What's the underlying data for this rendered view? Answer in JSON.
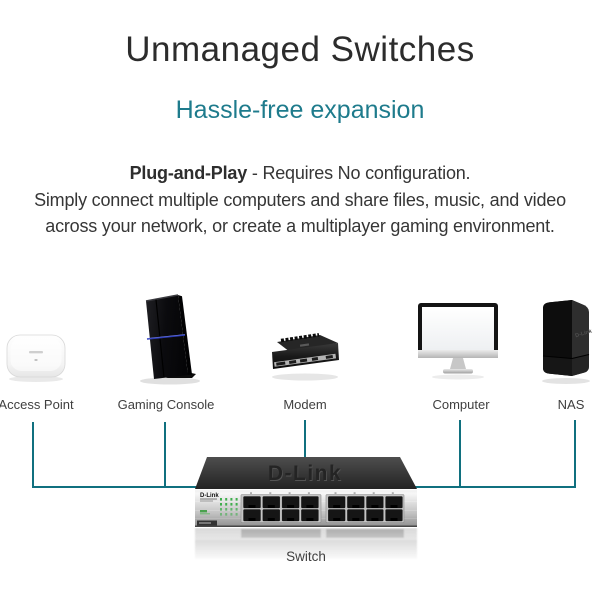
{
  "header": {
    "title": "Unmanaged Switches",
    "subtitle": "Hassle-free expansion"
  },
  "description": {
    "lead": "Plug-and-Play",
    "line1_rest": " - Requires No configuration.",
    "line2": "Simply connect multiple computers and share files, music, and video",
    "line3": "across your network, or create a multiplayer gaming environment."
  },
  "devices": [
    {
      "id": "access-point",
      "label": "Access Point"
    },
    {
      "id": "gaming-console",
      "label": "Gaming Console"
    },
    {
      "id": "modem",
      "label": "Modem"
    },
    {
      "id": "computer",
      "label": "Computer"
    },
    {
      "id": "nas",
      "label": "NAS"
    }
  ],
  "switch": {
    "label": "Switch",
    "top_brand": "D-Link",
    "panel_brand": "D-Link",
    "ports": 16
  },
  "nas_brand": "D-Link",
  "colors": {
    "cable_teal": "#10707f",
    "subtitle_teal": "#1e7b8c",
    "title": "#2c2c2c",
    "body_text": "#363636",
    "label_text": "#3f3f3f"
  }
}
